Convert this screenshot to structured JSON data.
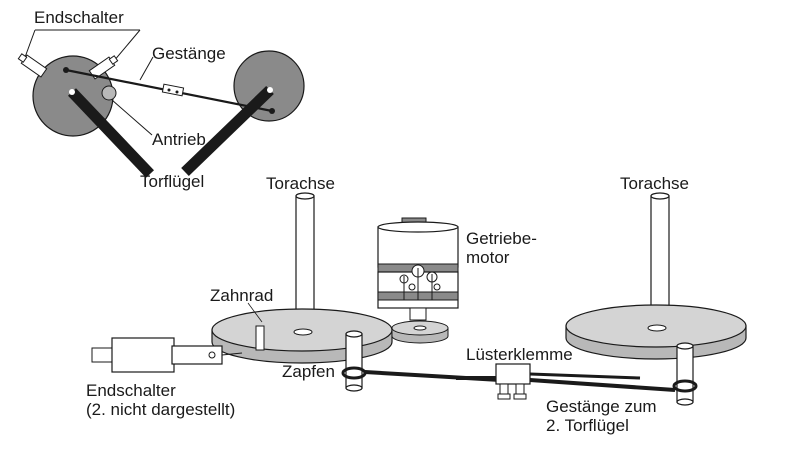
{
  "labels": {
    "endschalter_top": "Endschalter",
    "gestaenge": "Gestänge",
    "antrieb": "Antrieb",
    "torfluegel": "Torflügel",
    "torachse_left": "Torachse",
    "torachse_right": "Torachse",
    "getriebe_line1": "Getriebe-",
    "getriebe_line2": "motor",
    "zahnrad": "Zahnrad",
    "zapfen": "Zapfen",
    "luesterklemme": "Lüsterklemme",
    "endschalter_bottom_line1": "Endschalter",
    "endschalter_bottom_line2": "(2. nicht dargestellt)",
    "gestaenge_zum_line1": "Gestänge zum",
    "gestaenge_zum_line2": "2. Torflügel"
  },
  "colors": {
    "disc_dark": "#8a8a8a",
    "disc_light": "#d4d4d4",
    "line": "#1a1a1a",
    "white": "#ffffff",
    "accent_gray": "#b8b8b8"
  }
}
